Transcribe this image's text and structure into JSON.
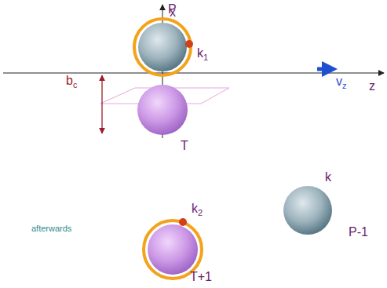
{
  "diagram": {
    "labels": [
      "x",
      "P",
      "k1",
      "z",
      "vz",
      "bc",
      "T",
      "k",
      "P-1",
      "afterwards",
      "k2",
      "T+1"
    ]
  }
}
